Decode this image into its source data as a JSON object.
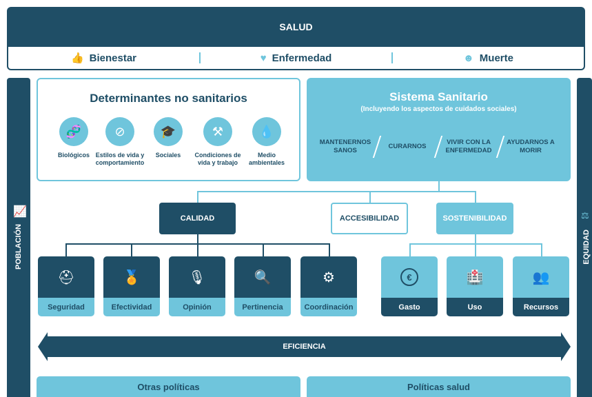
{
  "header": {
    "title": "SALUD"
  },
  "pillars": [
    {
      "label": "Bienestar",
      "icon": "thumbs-up-icon",
      "glyph": "👍"
    },
    {
      "label": "Enfermedad",
      "icon": "heartbeat-icon",
      "glyph": "♥"
    },
    {
      "label": "Muerte",
      "icon": "skull-icon",
      "glyph": "☻"
    }
  ],
  "sides": {
    "left": "POBLACIÓN",
    "right": "EQUIDAD",
    "left_icon": "trend-chart-icon",
    "right_icon": "scales-icon"
  },
  "determinantes": {
    "title": "Determinantes no sanitarios",
    "items": [
      {
        "label": "Biológicos",
        "icon": "dna-icon",
        "glyph": "🧬"
      },
      {
        "label": "Estilos de vida y comportamiento",
        "icon": "no-smoking-icon",
        "glyph": "⊘"
      },
      {
        "label": "Sociales",
        "icon": "graduation-cap-icon",
        "glyph": "🎓"
      },
      {
        "label": "Condiciones de vida y trabajo",
        "icon": "hand-truck-icon",
        "glyph": "⚒"
      },
      {
        "label": "Medio ambientales",
        "icon": "water-drop-icon",
        "glyph": "💧"
      }
    ]
  },
  "sistema": {
    "title": "Sistema Sanitario",
    "subtitle": "(Incluyendo los aspectos de cuidados sociales)",
    "items": [
      "MANTENERNOS SANOS",
      "CURARNOS",
      "VIVIR CON LA ENFERMEDAD",
      "AYUDARNOS A MORIR"
    ]
  },
  "middle": {
    "calidad": "CALIDAD",
    "accesibilidad": "ACCESIBILIDAD",
    "sostenibilidad": "SOSTENIBILIDAD"
  },
  "calidad_cards": [
    {
      "label": "Seguridad",
      "icon": "helmet-icon",
      "glyph": "⛑"
    },
    {
      "label": "Efectividad",
      "icon": "medal-icon",
      "glyph": "🏅"
    },
    {
      "label": "Opinión",
      "icon": "microphone-icon",
      "glyph": "🎙"
    },
    {
      "label": "Pertinencia",
      "icon": "magnifier-gear-icon",
      "glyph": "🔍"
    },
    {
      "label": "Coordinación",
      "icon": "gears-icon",
      "glyph": "⚙"
    }
  ],
  "sostenibilidad_cards": [
    {
      "label": "Gasto",
      "icon": "euro-icon",
      "glyph": "€"
    },
    {
      "label": "Uso",
      "icon": "building-icon",
      "glyph": "🏥"
    },
    {
      "label": "Recursos",
      "icon": "people-icon",
      "glyph": "👥"
    }
  ],
  "eficiencia": "EFICIENCIA",
  "bottom": {
    "left": "Otras políticas",
    "right": "Políticas salud"
  },
  "colors": {
    "dark": "#1f4e66",
    "light": "#6fc5dc"
  }
}
